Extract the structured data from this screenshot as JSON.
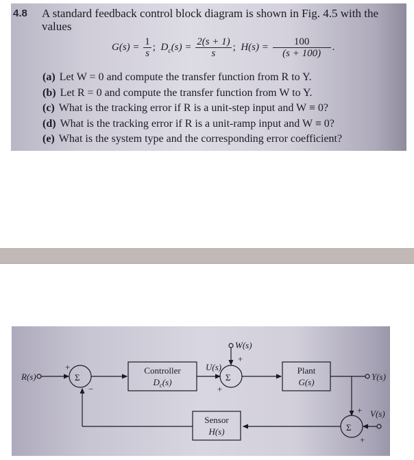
{
  "problem": {
    "number": "4.8",
    "intro": "A standard feedback control block diagram is shown in Fig. 4.5 with the values",
    "equation": {
      "G": {
        "lhs": "G(s) =",
        "num": "1",
        "den": "s",
        "sep": ";"
      },
      "Dc": {
        "lhs": "D",
        "sub": "c",
        "arg": "(s) =",
        "num": "2(s + 1)",
        "den": "s",
        "sep": ";"
      },
      "H": {
        "lhs": "H(s) =",
        "num": "100",
        "den": "(s + 100)",
        "sep": "."
      }
    },
    "parts": [
      {
        "label": "(a)",
        "text": "Let W = 0 and compute the transfer function from R to Y."
      },
      {
        "label": "(b)",
        "text": "Let R = 0 and compute the transfer function from W to Y."
      },
      {
        "label": "(c)",
        "text": "What is the tracking error if R is a unit-step input and W ≡ 0?"
      },
      {
        "label": "(d)",
        "text": "What is the tracking error if R is a unit-ramp input and W ≡ 0?"
      },
      {
        "label": "(e)",
        "text": "What is the system type and the corresponding error coefficient?"
      }
    ]
  },
  "divider": {
    "color": "#c1b9b6"
  },
  "diagram": {
    "signals": {
      "R": "R(s)",
      "U": "U(s)",
      "W": "W(s)",
      "Y": "Y(s)",
      "V": "V(s)"
    },
    "sum_symbol": "Σ",
    "blocks": {
      "controller": {
        "title": "Controller",
        "tf": "D",
        "tf_sub": "c",
        "tf_arg": "(s)"
      },
      "plant": {
        "title": "Plant",
        "tf": "G(s)"
      },
      "sensor": {
        "title": "Sensor",
        "tf": "H(s)"
      }
    },
    "signs": {
      "sum1_in": "+",
      "sum1_fb": "−",
      "sum2_w": "+",
      "sum2_u": "+",
      "sum3_y": "+",
      "sum3_v": "+"
    }
  }
}
